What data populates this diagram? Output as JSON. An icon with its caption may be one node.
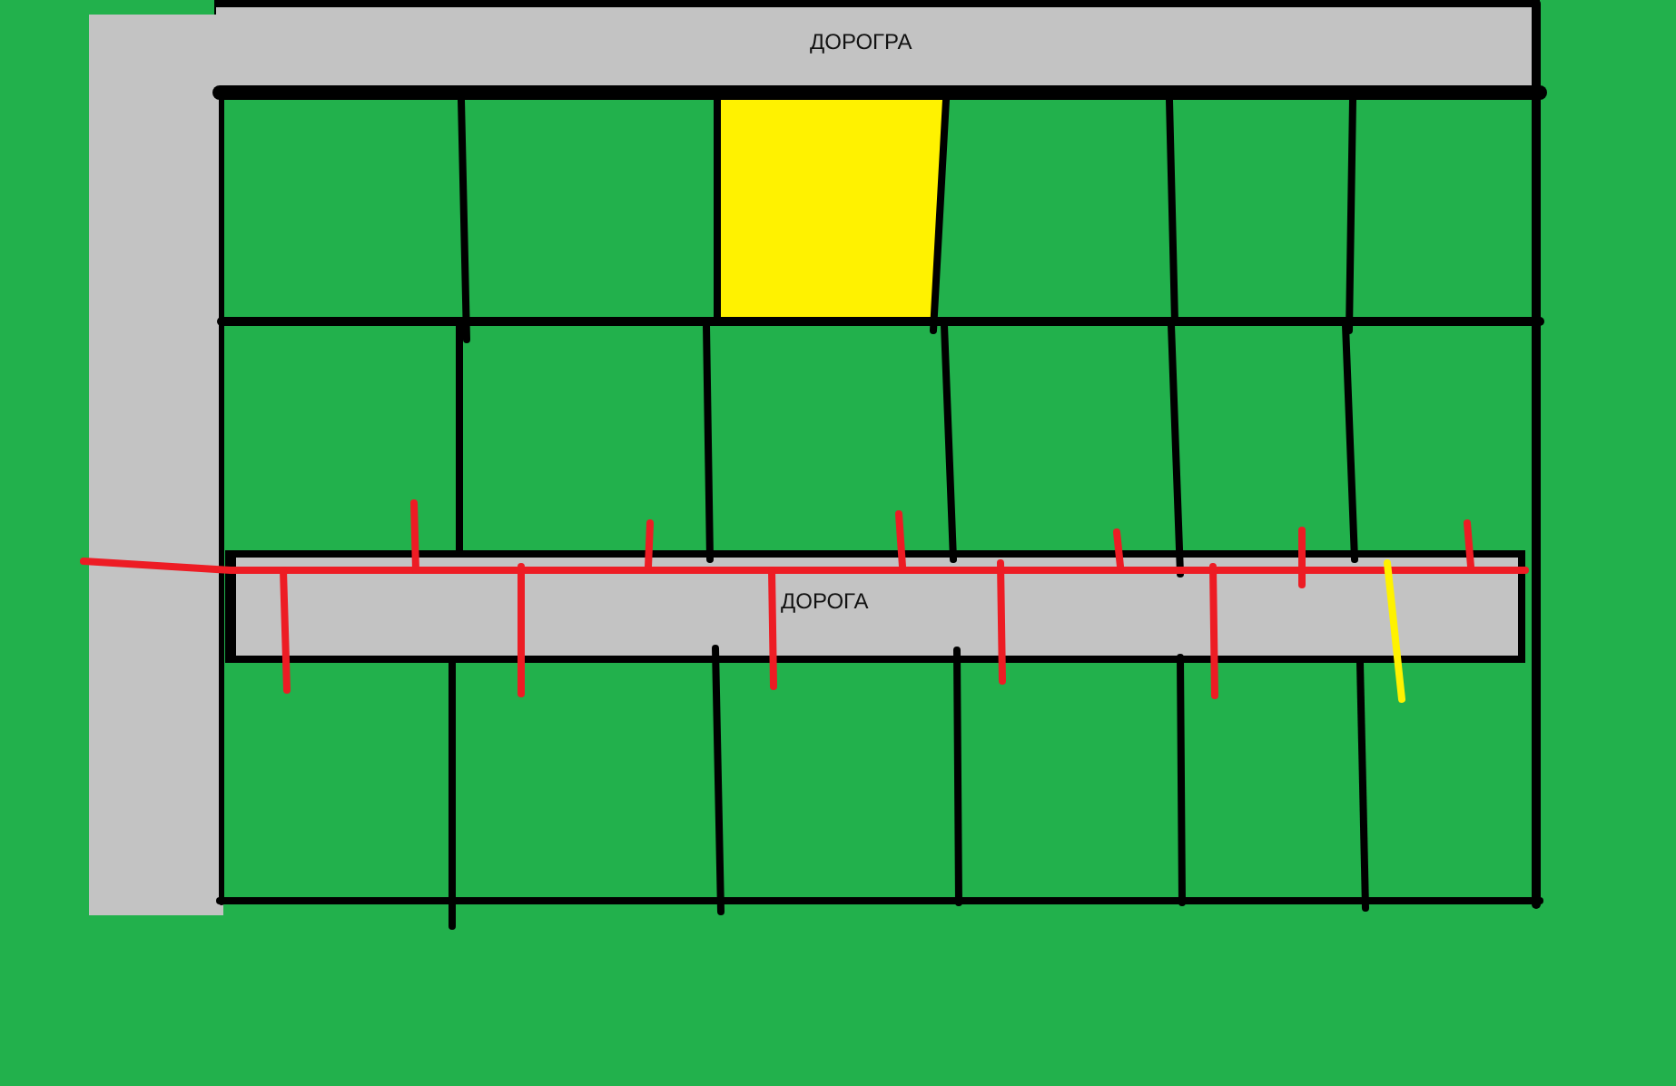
{
  "diagram": {
    "nodes": [
      {
        "text": [
          "ДОРОГРА"
        ]
      },
      {
        "text": [
          "ДОРОГА"
        ]
      },
      {
        "text": [],
        "shape": "bar"
      }
    ]
  }
}
